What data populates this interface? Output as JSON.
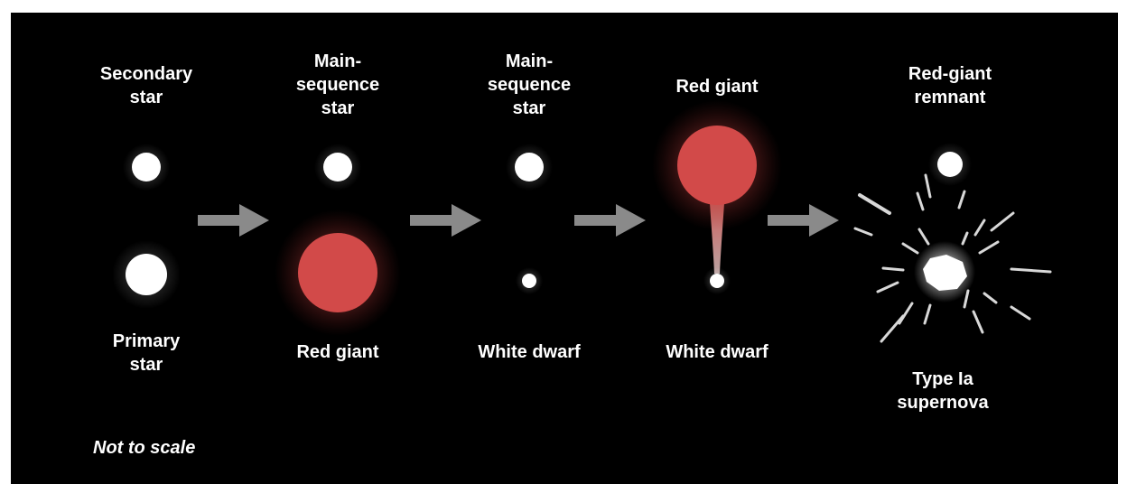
{
  "stages": [
    {
      "top_label": "Secondary\nstar",
      "bottom_label": "Primary\nstar"
    },
    {
      "top_label": "Main-\nsequence\nstar",
      "bottom_label": "Red giant"
    },
    {
      "top_label": "Main-\nsequence\nstar",
      "bottom_label": "White dwarf"
    },
    {
      "top_label": "Red giant",
      "bottom_label": "White dwarf"
    },
    {
      "top_label": "Red-giant\nremnant",
      "bottom_label": "Type Ia\nsupernova"
    }
  ],
  "note": "Not to scale",
  "colors": {
    "background": "#000000",
    "star": "#ffffff",
    "red_giant": "#d24a49",
    "arrow": "#8a8a8a"
  }
}
